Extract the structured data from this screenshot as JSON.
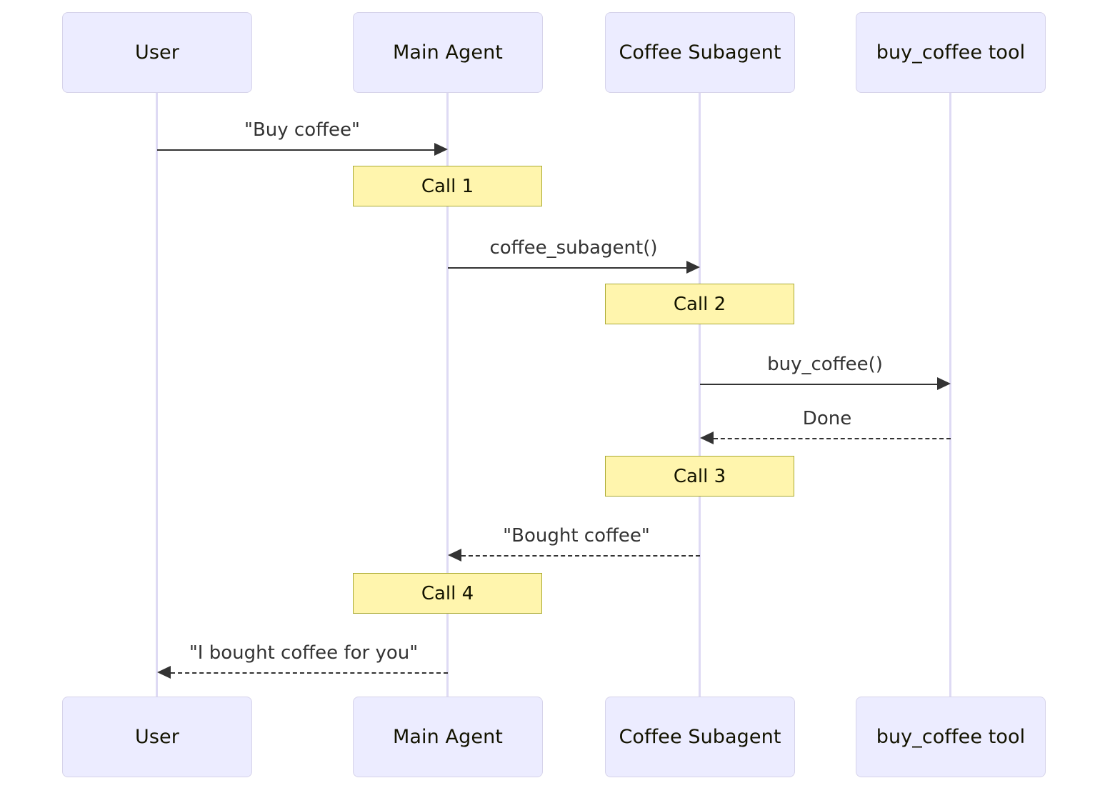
{
  "diagram": {
    "type": "sequence-diagram",
    "title": "",
    "background_color": "#ffffff",
    "participant_fill": "#ececff",
    "participant_border": "#d6d3ea",
    "lifeline_color": "#dedaf4",
    "note_fill": "#fff5ad",
    "note_border": "#aaaa33",
    "arrow_color": "#333333"
  },
  "participants": [
    {
      "id": "user",
      "label": "User"
    },
    {
      "id": "main",
      "label": "Main Agent"
    },
    {
      "id": "coffee",
      "label": "Coffee Subagent"
    },
    {
      "id": "tool",
      "label": "buy_coffee tool"
    }
  ],
  "participants_bottom": [
    {
      "id": "user",
      "label": "User"
    },
    {
      "id": "main",
      "label": "Main Agent"
    },
    {
      "id": "coffee",
      "label": "Coffee Subagent"
    },
    {
      "id": "tool",
      "label": "buy_coffee tool"
    }
  ],
  "messages": [
    {
      "id": "m1",
      "label": "\"Buy coffee\"",
      "from": "user",
      "to": "main",
      "style": "solid",
      "direction": "right"
    },
    {
      "id": "m2",
      "label": "coffee_subagent()",
      "from": "main",
      "to": "coffee",
      "style": "solid",
      "direction": "right"
    },
    {
      "id": "m3",
      "label": "buy_coffee()",
      "from": "coffee",
      "to": "tool",
      "style": "solid",
      "direction": "right"
    },
    {
      "id": "m4",
      "label": "Done",
      "from": "tool",
      "to": "coffee",
      "style": "dashed",
      "direction": "left"
    },
    {
      "id": "m5",
      "label": "\"Bought coffee\"",
      "from": "coffee",
      "to": "main",
      "style": "dashed",
      "direction": "left"
    },
    {
      "id": "m6",
      "label": "\"I bought coffee for you\"",
      "from": "main",
      "to": "user",
      "style": "dashed",
      "direction": "left"
    }
  ],
  "notes": [
    {
      "id": "n1",
      "label": "Call 1",
      "over": "main"
    },
    {
      "id": "n2",
      "label": "Call 2",
      "over": "coffee"
    },
    {
      "id": "n3",
      "label": "Call 3",
      "over": "coffee"
    },
    {
      "id": "n4",
      "label": "Call 4",
      "over": "main"
    }
  ]
}
